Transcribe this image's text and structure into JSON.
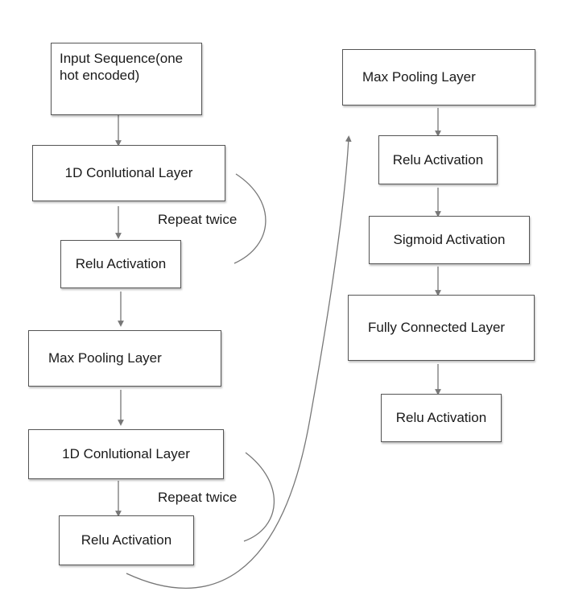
{
  "diagram": {
    "left_column": {
      "input": "Input Sequence(one hot encoded)",
      "conv1": "1D Conlutional Layer",
      "relu1": "Relu Activation",
      "maxpool1": "Max Pooling Layer",
      "conv2": "1D Conlutional Layer",
      "relu2": "Relu Activation"
    },
    "right_column": {
      "maxpool2": "Max Pooling Layer",
      "relu3": "Relu Activation",
      "sigmoid": "Sigmoid Activation",
      "fc": "Fully Connected Layer",
      "relu4": "Relu Activation"
    },
    "loop_labels": {
      "repeat1": "Repeat twice",
      "repeat2": "Repeat twice"
    },
    "colors": {
      "border": "#555555",
      "line": "#777777",
      "text": "#1a1a1a"
    }
  }
}
